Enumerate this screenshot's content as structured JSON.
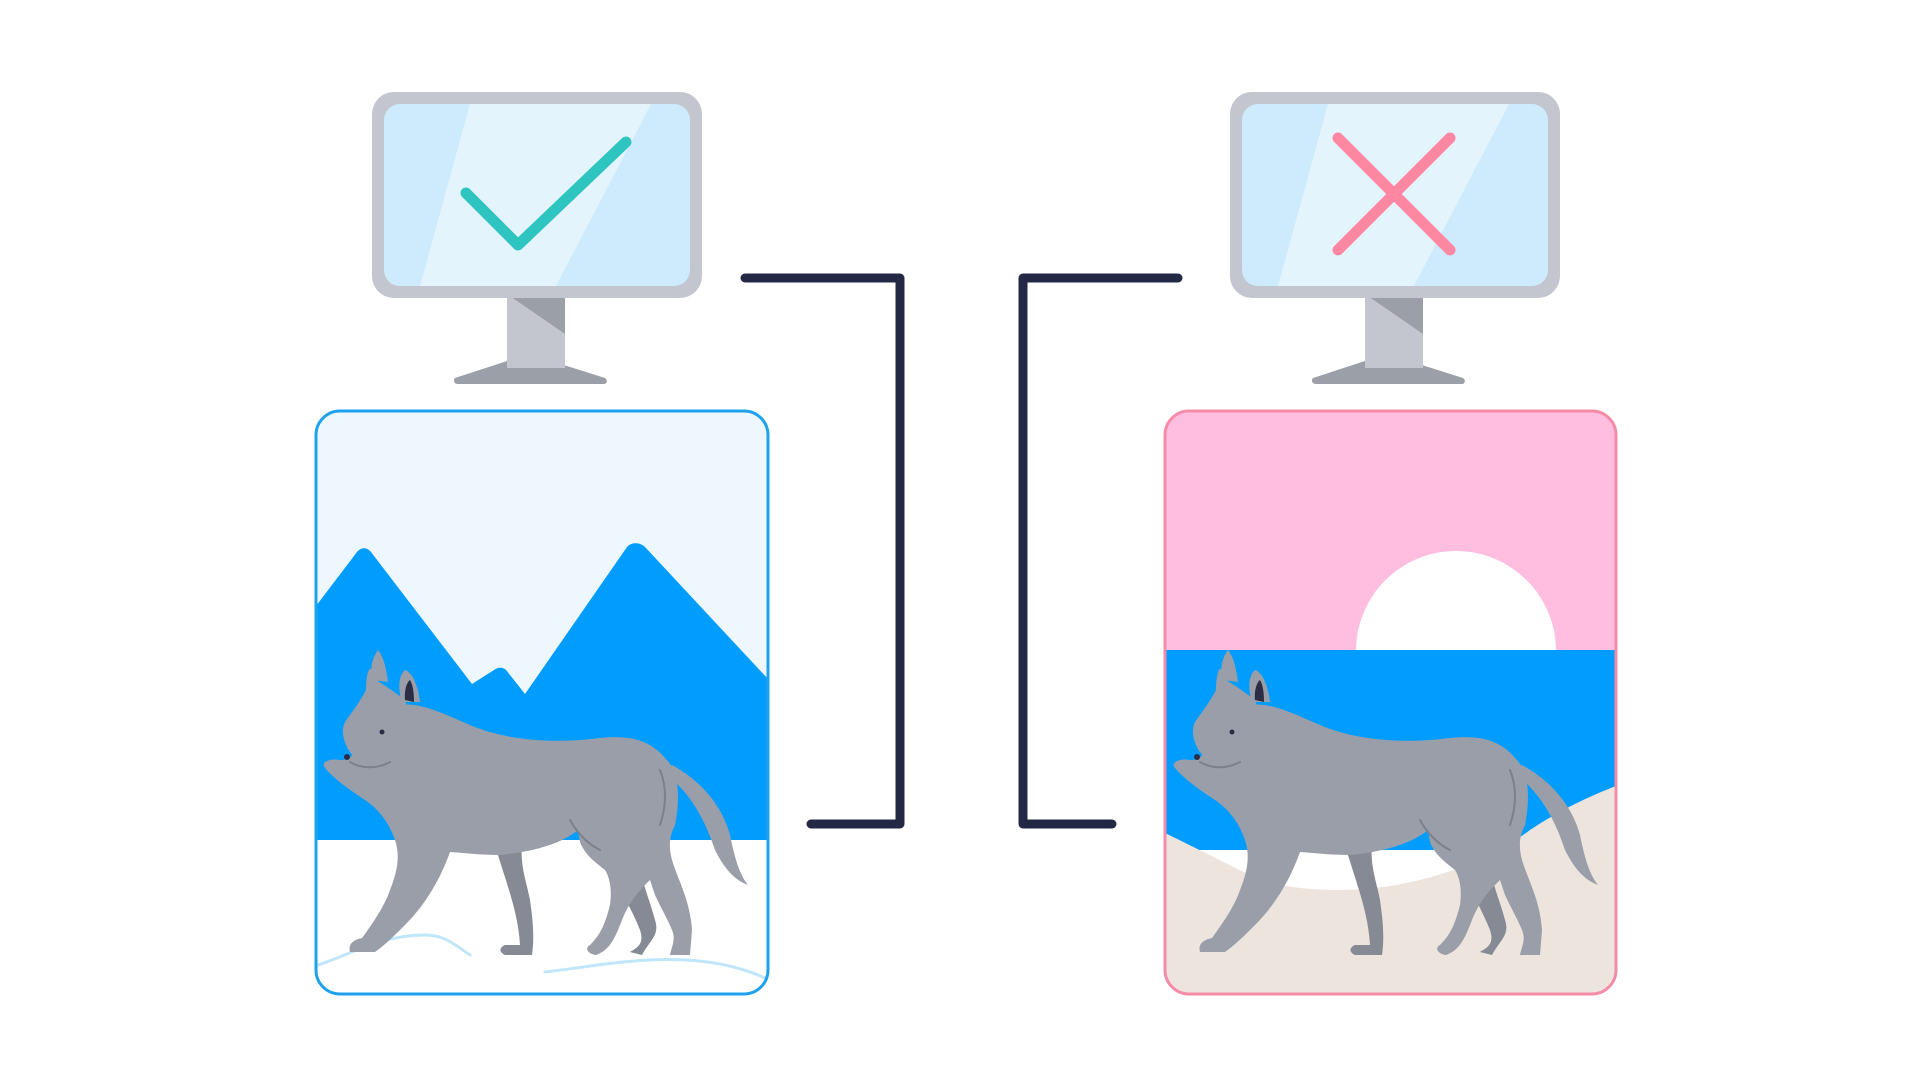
{
  "diagram": {
    "left_panel": {
      "monitor_icon": "checkmark-icon",
      "verdict": "correct",
      "scene": "wolf-in-snowy-mountains",
      "colors": {
        "frame": "#1FA2EE",
        "sky": "#EEF7FD",
        "mountain": "#009DFF",
        "snow": "#FFFFFF",
        "snow_line": "#BFE6FB",
        "mark": "#2EC4C0"
      }
    },
    "right_panel": {
      "monitor_icon": "cross-icon",
      "verdict": "incorrect",
      "scene": "wolf-on-beach-at-sunset",
      "colors": {
        "frame": "#F48CA7",
        "sky": "#FFBDDF",
        "sun": "#FFFFFF",
        "sea": "#009DFF",
        "sand": "#EDE4DE",
        "mark": "#FF87A2"
      }
    },
    "shared_colors": {
      "monitor_body": "#C3C6CE",
      "monitor_screen": "#CDEBFC",
      "monitor_glare": "#E4F4FD",
      "monitor_stand_shadow": "#9B9FA8",
      "connector": "#232845",
      "wolf_body": "#9A9EA8",
      "wolf_shadow": "#868A94",
      "wolf_ear": "#2B2D45"
    }
  }
}
